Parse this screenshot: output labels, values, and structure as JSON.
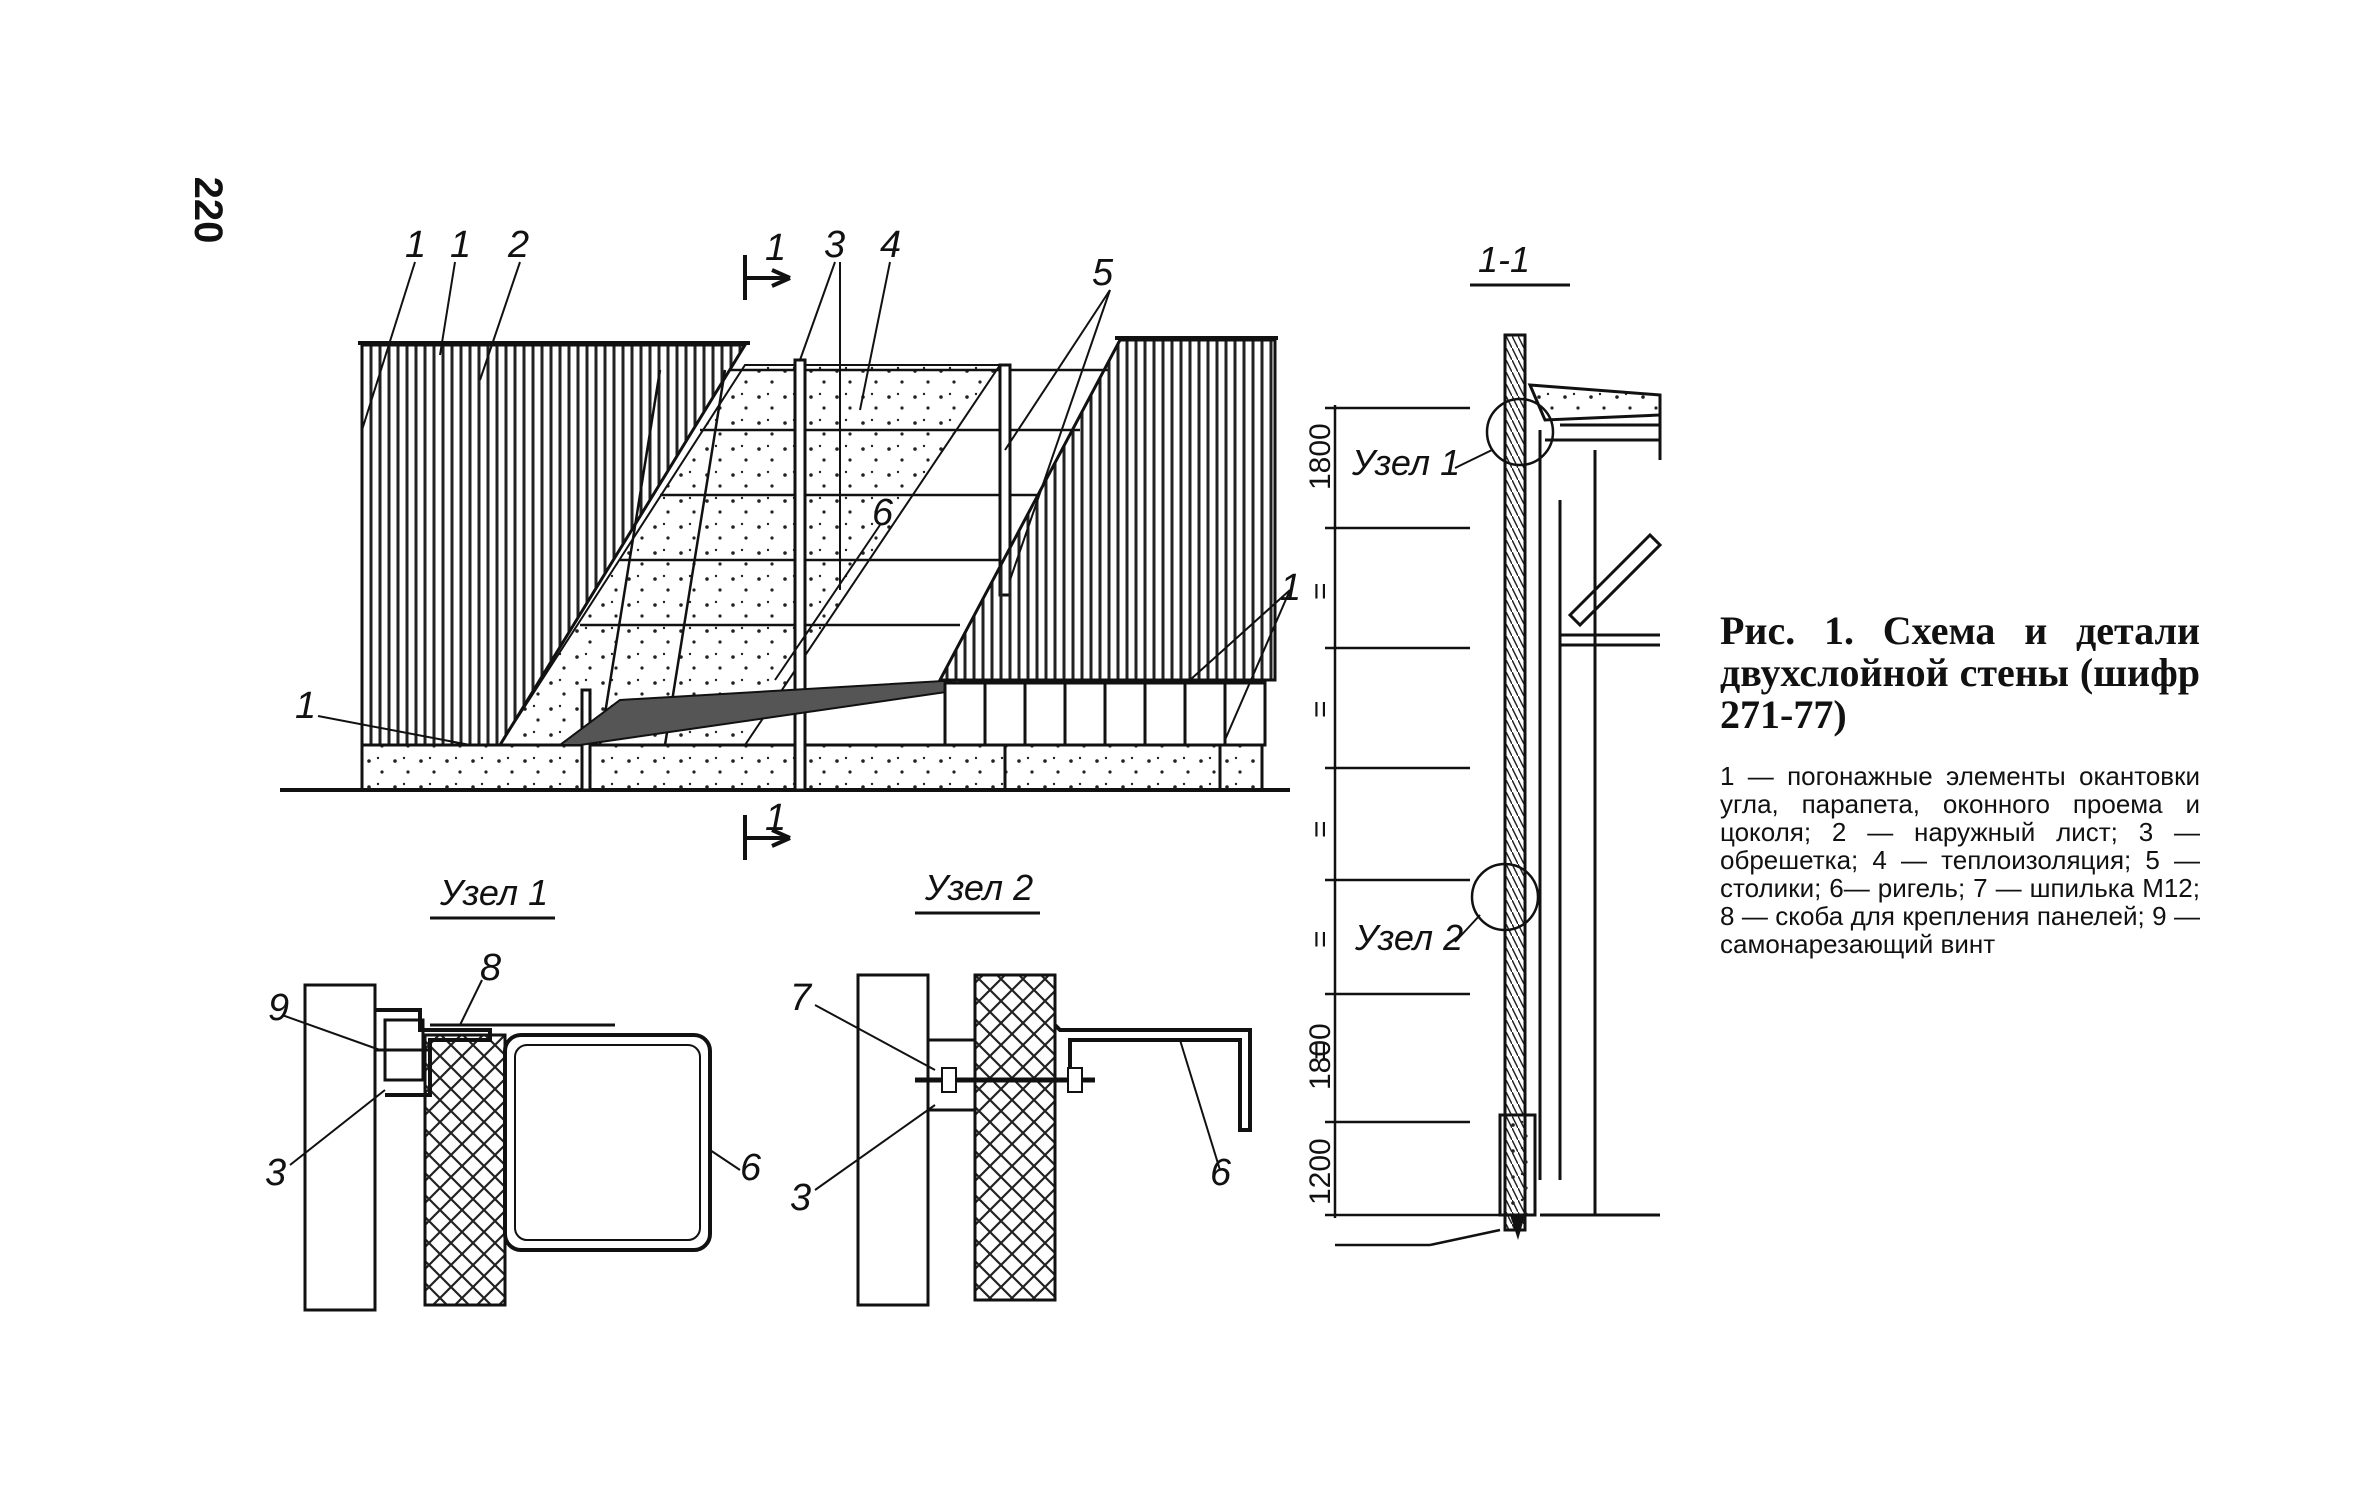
{
  "page_number": "220",
  "caption": {
    "title": "Рис. 1. Схема и детали двухслойной стены (шифр 271-77)",
    "legend": "1 — погонажные элементы окантовки угла, парапета, оконного проема и цоколя; 2 — наружный лист; 3 — обрешетка; 4 — теплоизоляция; 5 — столики; 6— ригель; 7 — шпилька М12; 8 — скоба для крепления панелей; 9 — самонарезающий винт"
  },
  "elevation": {
    "callouts": [
      "1",
      "1",
      "2",
      "3",
      "4",
      "5",
      "6",
      "1",
      "1"
    ],
    "section_mark": "1"
  },
  "section": {
    "title": "1-1",
    "node1": "Узел 1",
    "node2": "Узел 2",
    "dims": [
      "1800",
      "=",
      "=",
      "=",
      "=",
      "=",
      "1800",
      "1200"
    ]
  },
  "detail1": {
    "title": "Узел 1",
    "callouts": [
      "9",
      "8",
      "3",
      "6"
    ]
  },
  "detail2": {
    "title": "Узел 2",
    "callouts": [
      "7",
      "3",
      "6"
    ]
  }
}
